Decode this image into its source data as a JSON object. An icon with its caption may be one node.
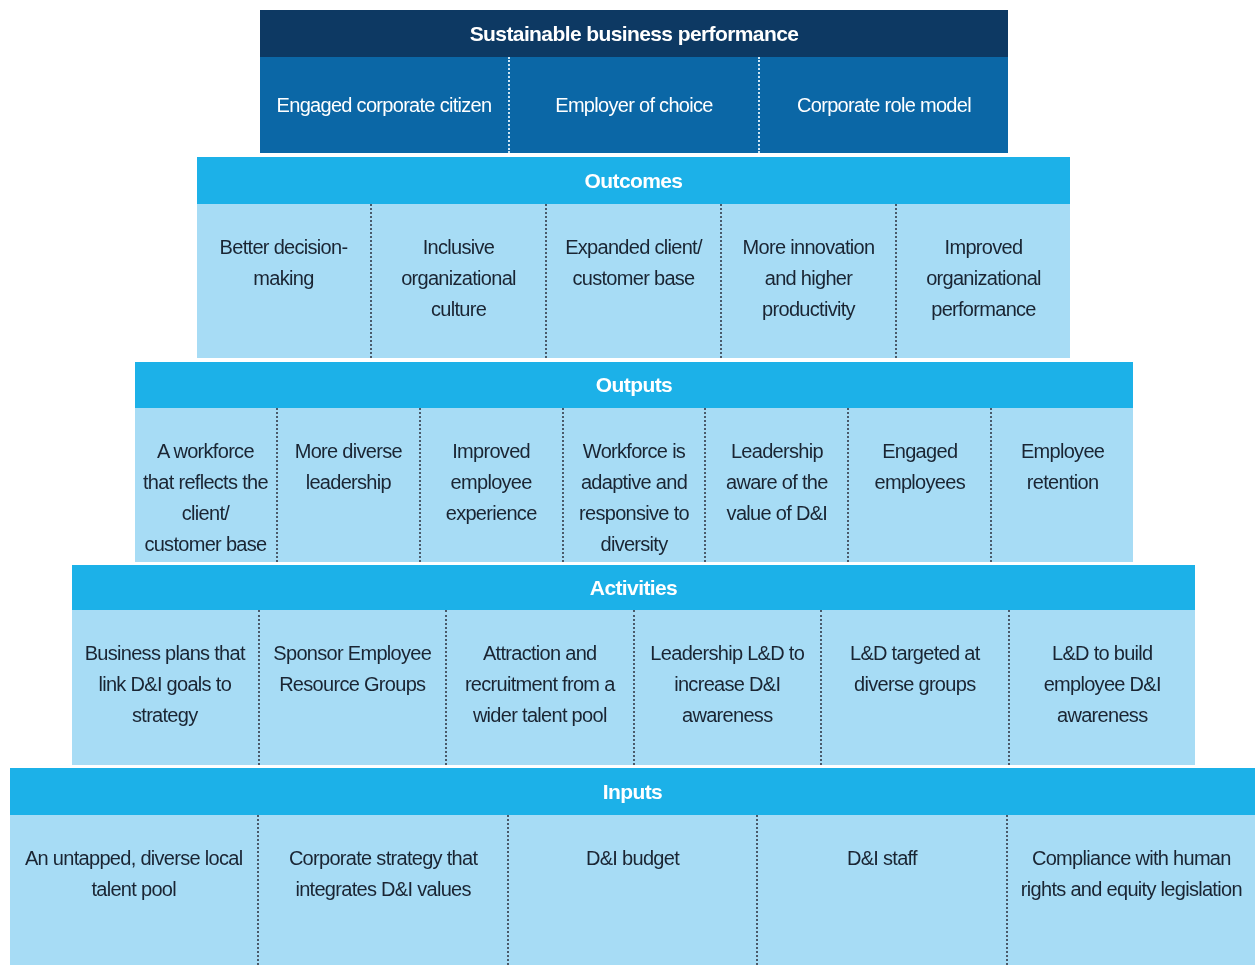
{
  "diagram": {
    "nodes": [
      {
        "text": [
          "Sustainable business performance"
        ]
      },
      {
        "text": [
          "Engaged corporate citizen"
        ],
        "in": 0
      },
      {
        "text": [
          "Employer of choice"
        ],
        "in": 0
      },
      {
        "text": [
          "Corporate role model"
        ],
        "in": 0
      },
      {
        "text": [
          "Outcomes"
        ]
      },
      {
        "text": [
          "Better decision-making"
        ],
        "in": 4
      },
      {
        "text": [
          "Inclusive organizational culture"
        ],
        "in": 4
      },
      {
        "text": [
          "Expanded client/ customer base"
        ],
        "in": 4
      },
      {
        "text": [
          "More innovation and higher productivity"
        ],
        "in": 4
      },
      {
        "text": [
          "Improved organizational performance"
        ],
        "in": 4
      },
      {
        "text": [
          "Outputs"
        ]
      },
      {
        "text": [
          "A workforce that reflects the client/ customer base"
        ],
        "in": 10
      },
      {
        "text": [
          "More diverse leadership"
        ],
        "in": 10
      },
      {
        "text": [
          "Improved employee experience"
        ],
        "in": 10
      },
      {
        "text": [
          "Workforce is adaptive and responsive to diversity"
        ],
        "in": 10
      },
      {
        "text": [
          "Leadership aware of the value of D&I"
        ],
        "in": 10
      },
      {
        "text": [
          "Engaged employees"
        ],
        "in": 10
      },
      {
        "text": [
          "Employee retention"
        ],
        "in": 10
      },
      {
        "text": [
          "Activities"
        ]
      },
      {
        "text": [
          "Business plans that link D&I goals to strategy"
        ],
        "in": 18
      },
      {
        "text": [
          "Sponsor Employee Resource Groups"
        ],
        "in": 18
      },
      {
        "text": [
          "Attraction and recruitment from a wider talent pool"
        ],
        "in": 18
      },
      {
        "text": [
          "Leadership L&D to increase D&I awareness"
        ],
        "in": 18
      },
      {
        "text": [
          "L&D targeted at diverse groups"
        ],
        "in": 18
      },
      {
        "text": [
          "L&D to build employee D&I awareness"
        ],
        "in": 18
      },
      {
        "text": [
          "Inputs"
        ]
      },
      {
        "text": [
          "An untapped, diverse local talent pool"
        ],
        "in": 25
      },
      {
        "text": [
          "Corporate strategy that integrates D&I values"
        ],
        "in": 25
      },
      {
        "text": [
          "D&I budget"
        ],
        "in": 25
      },
      {
        "text": [
          "D&I staff"
        ],
        "in": 25
      },
      {
        "text": [
          "Compliance with human rights and equity legislation"
        ],
        "in": 25
      }
    ]
  }
}
